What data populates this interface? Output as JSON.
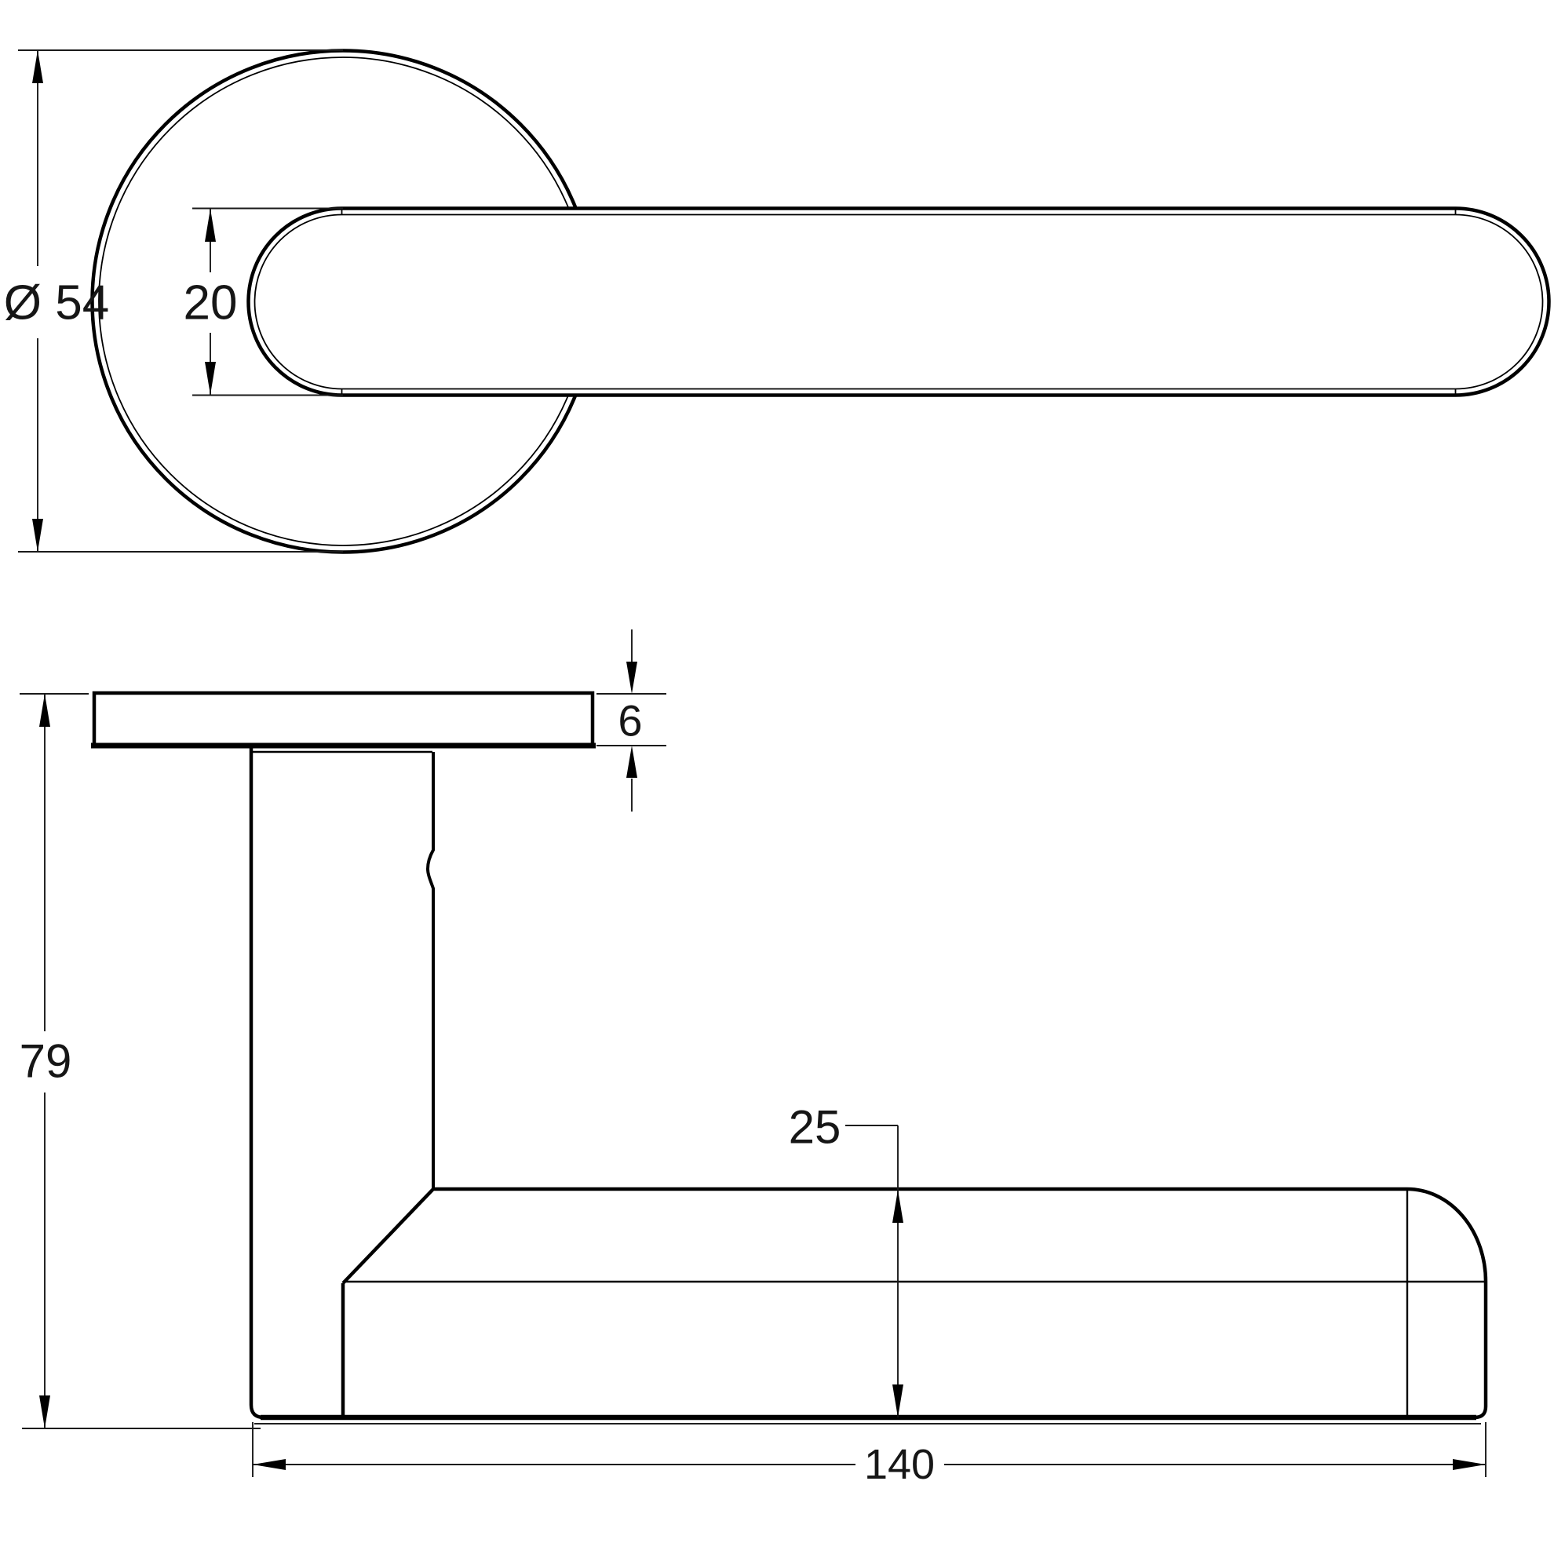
{
  "colors": {
    "line": "#000000",
    "text": "#161616",
    "background": "#ffffff"
  },
  "views": {
    "plan": {
      "dimensions": {
        "rose_diameter": {
          "label": "Ø 54"
        },
        "lever_width": {
          "label": "20"
        }
      }
    },
    "side": {
      "dimensions": {
        "rose_thickness": {
          "label": "6"
        },
        "overall_height": {
          "label": "79"
        },
        "grip_depth": {
          "label": "25"
        },
        "lever_length": {
          "label": "140"
        }
      }
    }
  }
}
